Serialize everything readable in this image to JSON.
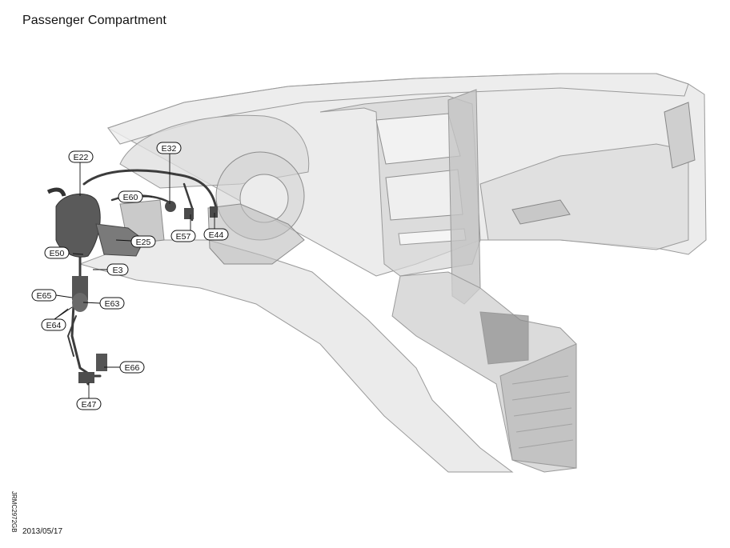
{
  "title": "Passenger Compartment",
  "date": "2013/05/17",
  "reference_code": "JRMC2972GB",
  "callouts": [
    {
      "id": "e22",
      "label": "E22"
    },
    {
      "id": "e32",
      "label": "E32"
    },
    {
      "id": "e60",
      "label": "E60"
    },
    {
      "id": "e25",
      "label": "E25"
    },
    {
      "id": "e57",
      "label": "E57"
    },
    {
      "id": "e44",
      "label": "E44"
    },
    {
      "id": "e50",
      "label": "E50"
    },
    {
      "id": "e3",
      "label": "E3"
    },
    {
      "id": "e65",
      "label": "E65"
    },
    {
      "id": "e63",
      "label": "E63"
    },
    {
      "id": "e64",
      "label": "E64"
    },
    {
      "id": "e66",
      "label": "E66"
    },
    {
      "id": "e47",
      "label": "E47"
    }
  ]
}
